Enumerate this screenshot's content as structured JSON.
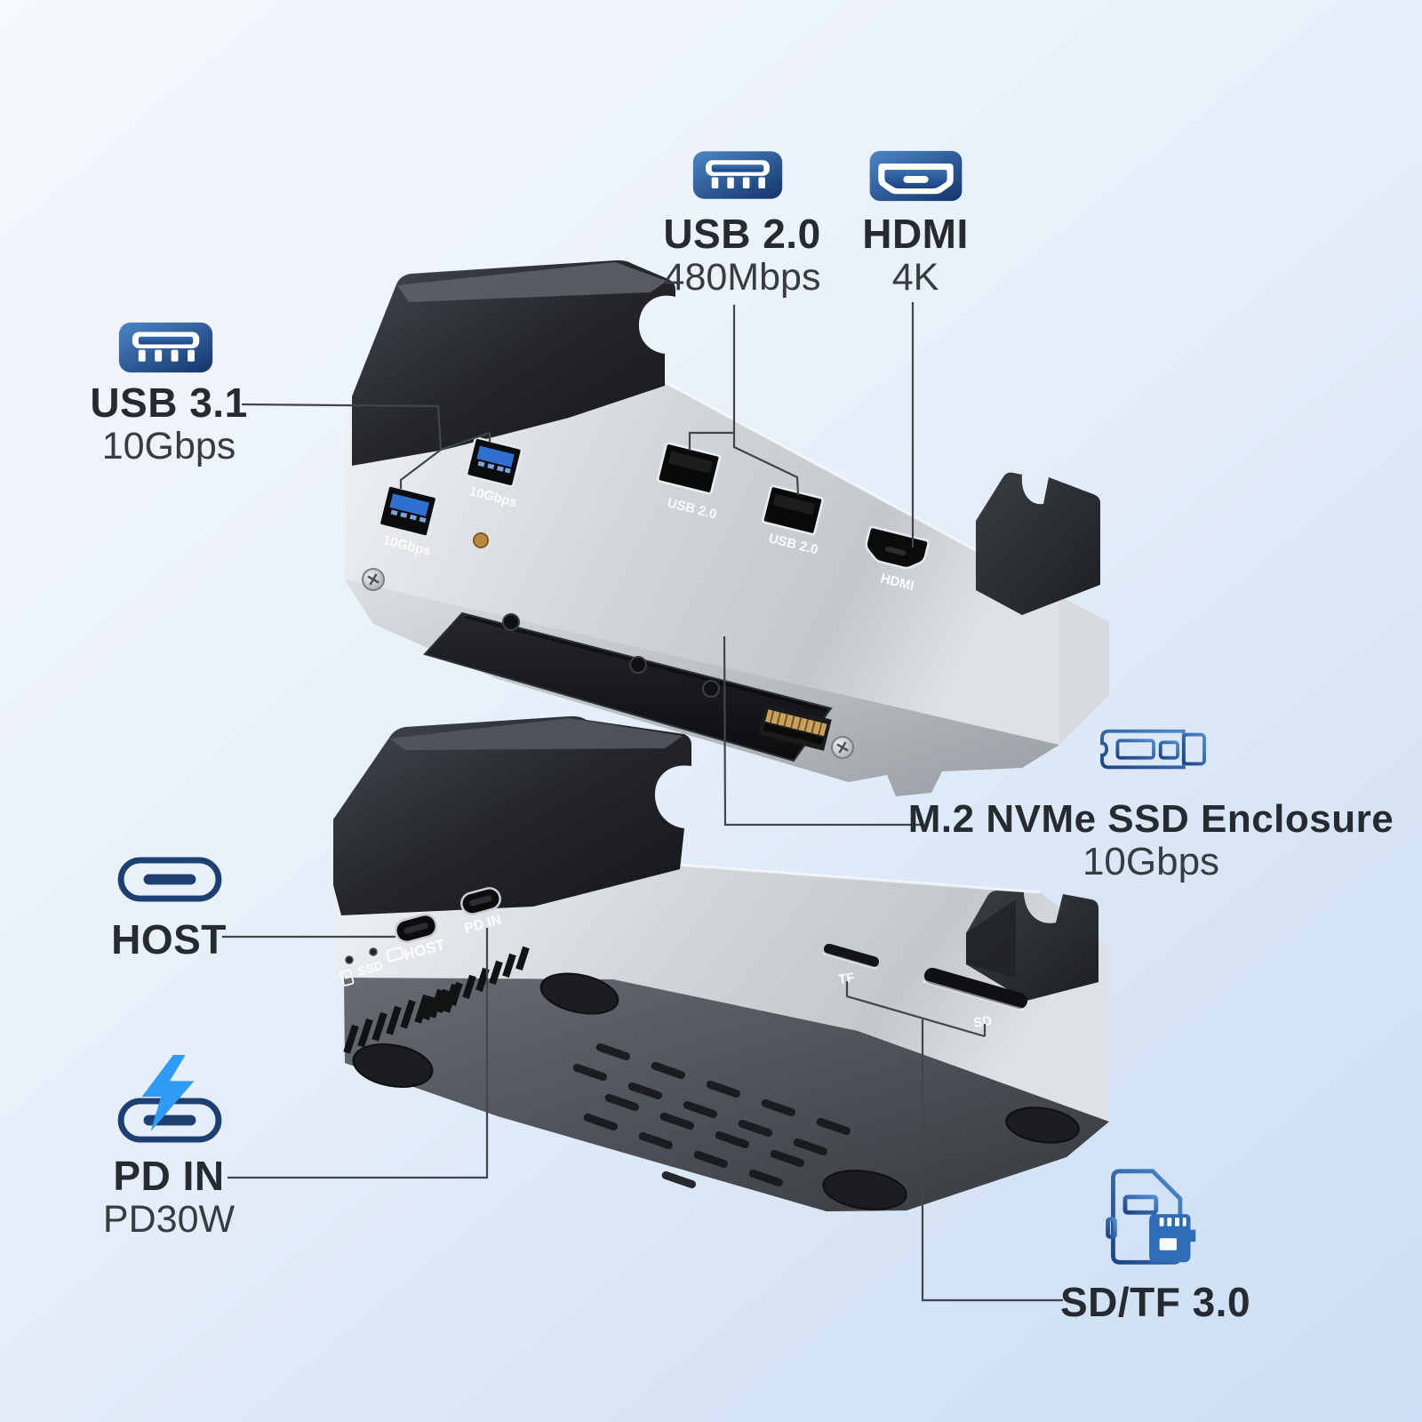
{
  "callouts": {
    "usb31": {
      "label": "USB 3.1",
      "spec": "10Gbps"
    },
    "usb20": {
      "label": "USB 2.0",
      "spec": "480Mbps"
    },
    "hdmi": {
      "label": "HDMI",
      "spec": "4K"
    },
    "m2": {
      "label": "M.2 NVMe SSD Enclosure",
      "spec": "10Gbps"
    },
    "host": {
      "label": "HOST"
    },
    "pd": {
      "label": "PD IN",
      "spec": "PD30W"
    },
    "sdtf": {
      "label": "SD/TF 3.0"
    }
  },
  "device_top": {
    "ports": {
      "usb3_port1": "10Gbps",
      "usb3_port2": "10Gbps",
      "usb2_port1": "USB 2.0",
      "usb2_port2": "USB 2.0",
      "hdmi_port": "HDMI"
    }
  },
  "device_bottom": {
    "ports": {
      "ssd_indicator": "SSD",
      "host_port": "HOST",
      "pd_in_port": "PD IN",
      "tf_slot": "TF",
      "sd_slot": "SD"
    }
  },
  "colors": {
    "background_start": "#f5f8fc",
    "background_end": "#cddff4",
    "icon_blue_light": "#4c86c6",
    "icon_blue_dark": "#16386e",
    "navy_outline": "#1d3f72",
    "bolt_blue": "#2e9cf5",
    "label_text": "#262b31",
    "callout_line": "#42464a",
    "usb3_tongue_blue": "#2f6fd0"
  }
}
